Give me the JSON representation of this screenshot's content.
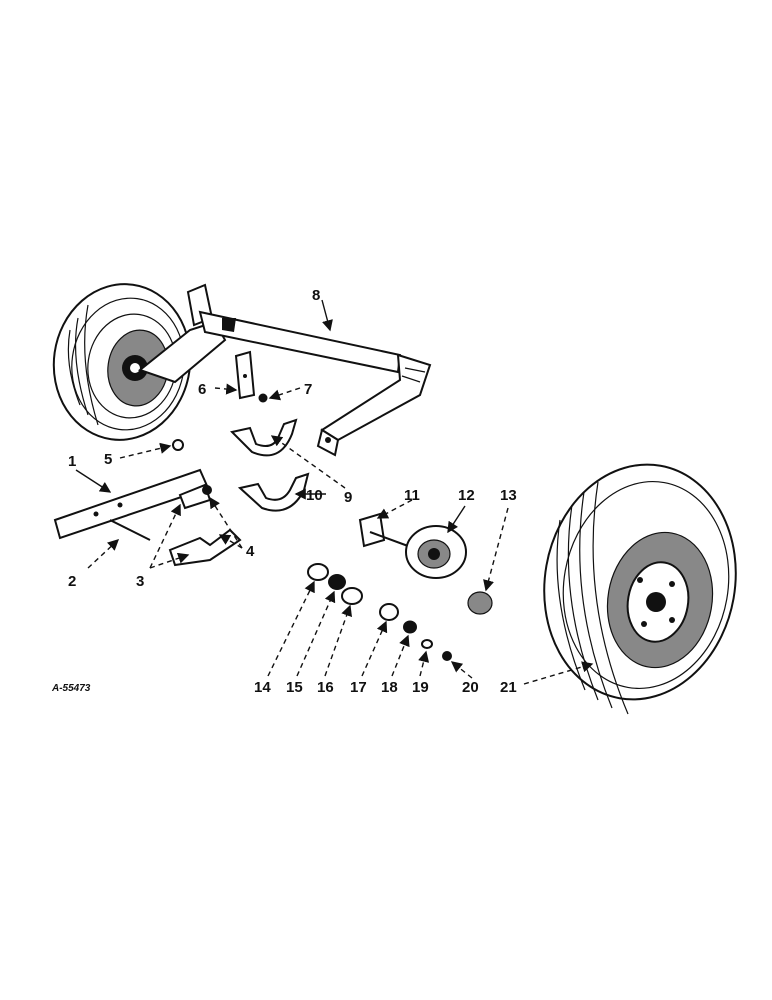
{
  "figure_id": "A-55473",
  "callouts": [
    "1",
    "2",
    "3",
    "4",
    "5",
    "6",
    "7",
    "8",
    "9",
    "10",
    "11",
    "12",
    "13",
    "14",
    "15",
    "16",
    "17",
    "18",
    "19",
    "20",
    "21"
  ]
}
